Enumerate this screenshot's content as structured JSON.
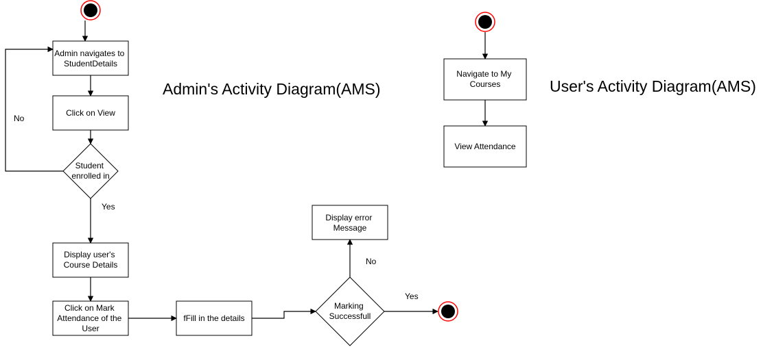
{
  "titles": {
    "admin": "Admin's Activity Diagram(AMS)",
    "user": "User's Activity Diagram(AMS)"
  },
  "admin": {
    "navigate": [
      "Admin navigates to",
      "StudentDetails"
    ],
    "click_view": [
      "Click on View"
    ],
    "decision_enrolled": [
      "Student",
      "enrolled in"
    ],
    "display_course": [
      "Display user's",
      "Course Details"
    ],
    "click_mark": [
      "Click on Mark",
      "Attendance of the",
      "User"
    ],
    "fill_details": [
      "fFill in the details"
    ],
    "decision_marking": [
      "Marking",
      "Successfull"
    ],
    "display_error": [
      "Display error",
      "Message"
    ]
  },
  "user": {
    "navigate_courses": [
      "Navigate to My",
      "Courses"
    ],
    "view_attendance": [
      "View Attendance"
    ]
  },
  "edge_labels": {
    "no_loop": "No",
    "yes_enrolled": "Yes",
    "no_error": "No",
    "yes_success": "Yes"
  },
  "colors": {
    "stroke": "#000000",
    "node_ring": "#ff0000",
    "node_fill": "#000000"
  }
}
